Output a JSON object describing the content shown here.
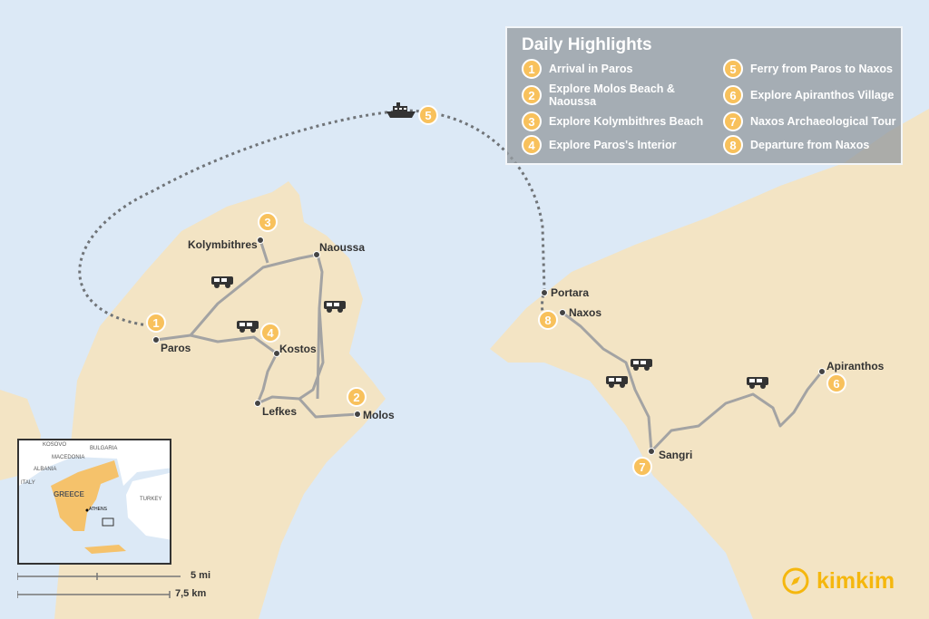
{
  "legend": {
    "title": "Daily Highlights",
    "items": [
      {
        "n": "1",
        "label": "Arrival in Paros"
      },
      {
        "n": "2",
        "label": "Explore Molos Beach & Naoussa"
      },
      {
        "n": "3",
        "label": "Explore Kolymbithres Beach"
      },
      {
        "n": "4",
        "label": "Explore Paros's Interior"
      },
      {
        "n": "5",
        "label": "Ferry from Paros to Naxos"
      },
      {
        "n": "6",
        "label": "Explore Apiranthos Village"
      },
      {
        "n": "7",
        "label": "Naxos Archaeological Tour"
      },
      {
        "n": "8",
        "label": "Departure from Naxos"
      }
    ]
  },
  "towns": {
    "paros": "Paros",
    "kolymbithres": "Kolymbithres",
    "naoussa": "Naoussa",
    "kostos": "Kostos",
    "lefkes": "Lefkes",
    "molos": "Molos",
    "portara": "Portara",
    "naxos": "Naxos",
    "sangri": "Sangri",
    "apiranthos": "Apiranthos"
  },
  "inset": {
    "kosovo": "KOSOVO",
    "bulgaria": "BULGARIA",
    "macedonia": "MACEDONIA",
    "albania": "ALBANIA",
    "italy": "ITALY",
    "greece": "GREECE",
    "athens": "ATHENS",
    "turkey": "TURKEY"
  },
  "scale": {
    "miles": "5 mi",
    "km": "7,5 km"
  },
  "brand": "kimkim",
  "colors": {
    "sea": "#dce9f6",
    "land": "#f3e4c4",
    "marker": "#f8c15c",
    "road": "#a3a3a3",
    "brand": "#f5b70e"
  }
}
